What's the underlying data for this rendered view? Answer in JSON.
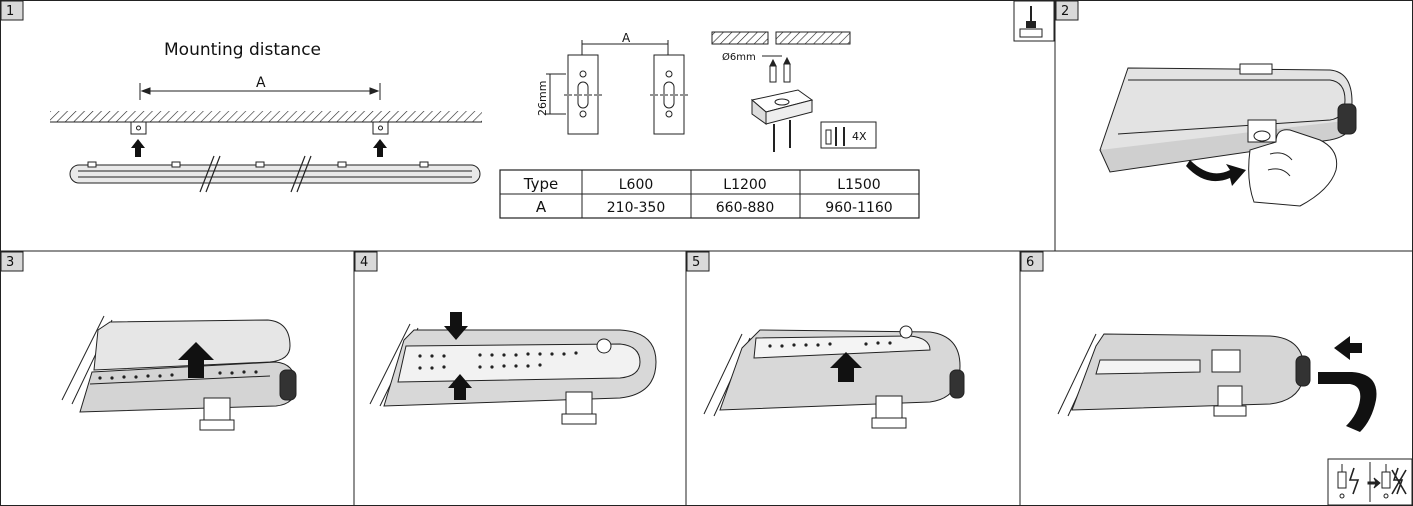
{
  "panels": [
    {
      "number": "1"
    },
    {
      "number": "2"
    },
    {
      "number": "3"
    },
    {
      "number": "4"
    },
    {
      "number": "5"
    },
    {
      "number": "6"
    }
  ],
  "panel1": {
    "mounting_title": "Mounting distance",
    "dimension_label": "A",
    "bracket_dim_label": "A",
    "bracket_height_label": "26mm",
    "drill_label": "Ø6mm",
    "screw_count": "4X"
  },
  "spec_table": {
    "headers": [
      "Type",
      "L600",
      "L1200",
      "L1500"
    ],
    "rows": [
      [
        "A",
        "210-350",
        "660-880",
        "960-1160"
      ]
    ]
  },
  "colors": {
    "line": "#222222",
    "badge_fill": "#d9d9d9",
    "lamp_body": "#c9c9c9",
    "diffuser": "#e9e9e9",
    "arrow": "#111111"
  }
}
